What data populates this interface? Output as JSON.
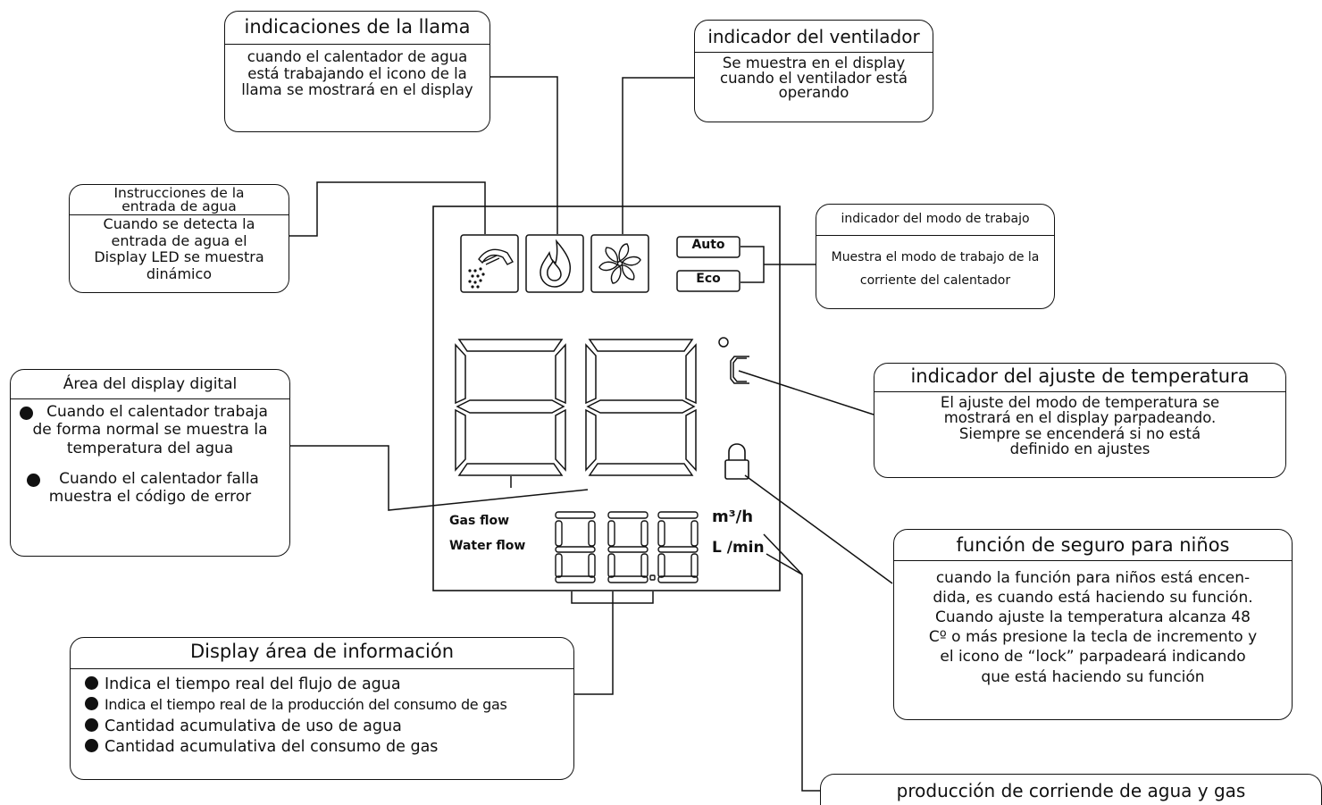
{
  "flame": {
    "title": "indicaciones de la llama",
    "lines": [
      "cuando el calentador de agua",
      "está trabajando el icono de la",
      "llama se mostrará en el display"
    ]
  },
  "fan": {
    "title": "indicador del ventilador",
    "lines": [
      "Se muestra en el display",
      "cuando el ventilador está",
      "operando"
    ]
  },
  "water_inlet": {
    "title_lines": [
      "Instrucciones de la",
      "entrada de agua"
    ],
    "lines": [
      "Cuando se detecta la",
      "entrada de agua el",
      "Display LED se muestra",
      "dinámico"
    ]
  },
  "work_mode": {
    "title": "indicador del modo de trabajo",
    "lines": [
      "Muestra el modo de trabajo de la",
      "corriente del calentador"
    ]
  },
  "digital_area": {
    "title": "Área del display digital",
    "bullets": [
      [
        "Cuando el calentador trabaja",
        "de forma normal se muestra la",
        "temperatura del agua"
      ],
      [
        "Cuando el calentador falla",
        "muestra el código de error"
      ]
    ]
  },
  "temperature": {
    "title": "indicador del ajuste de temperatura",
    "lines": [
      "El ajuste del modo de temperatura se",
      "mostrará en el display parpadeando.",
      "Siempre se encenderá si no está",
      "definido en ajustes"
    ]
  },
  "child_lock": {
    "title": "función de seguro para niños",
    "lines": [
      "cuando la función para niños está encen-",
      "dida, es cuando está haciendo su función.",
      "Cuando ajuste la temperatura alcanza 48",
      "Cº o más presione la tecla de incremento y",
      "el icono de “lock” parpadeará indicando",
      "que está haciendo su función"
    ]
  },
  "info_area": {
    "title": "Display área de información",
    "bullets": [
      "Indica el tiempo real del flujo de agua",
      "Indica el tiempo real de la producción del consumo de gas",
      "Cantidad acumulativa de uso de agua",
      "Cantidad acumulativa del consumo de gas"
    ]
  },
  "flow_output": {
    "title": "producción de corriende de agua y gas"
  },
  "display": {
    "mode_auto": "Auto",
    "mode_eco": "Eco",
    "degree_symbol": "°C",
    "gas_flow": "Gas flow",
    "water_flow": "Water flow",
    "unit_gas": "m³/h",
    "unit_water": "L /min"
  },
  "colors": {
    "ink": "#111111",
    "paper": "#ffffff"
  }
}
